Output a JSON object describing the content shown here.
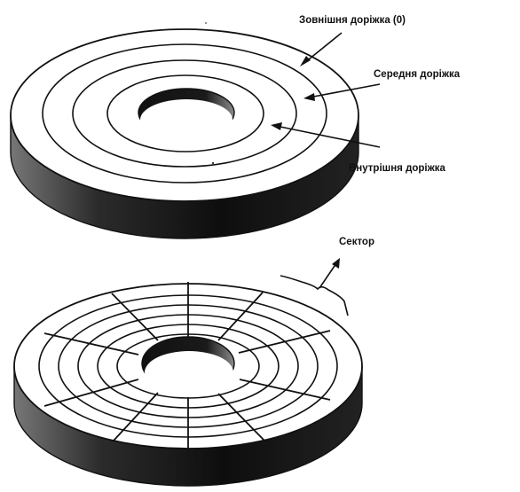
{
  "labels": {
    "outer_track": "Зовнішня доріжка (0)",
    "middle_track": "Середня доріжка",
    "inner_track": "Внутрішня доріжка",
    "sector": "Сектор"
  }
}
